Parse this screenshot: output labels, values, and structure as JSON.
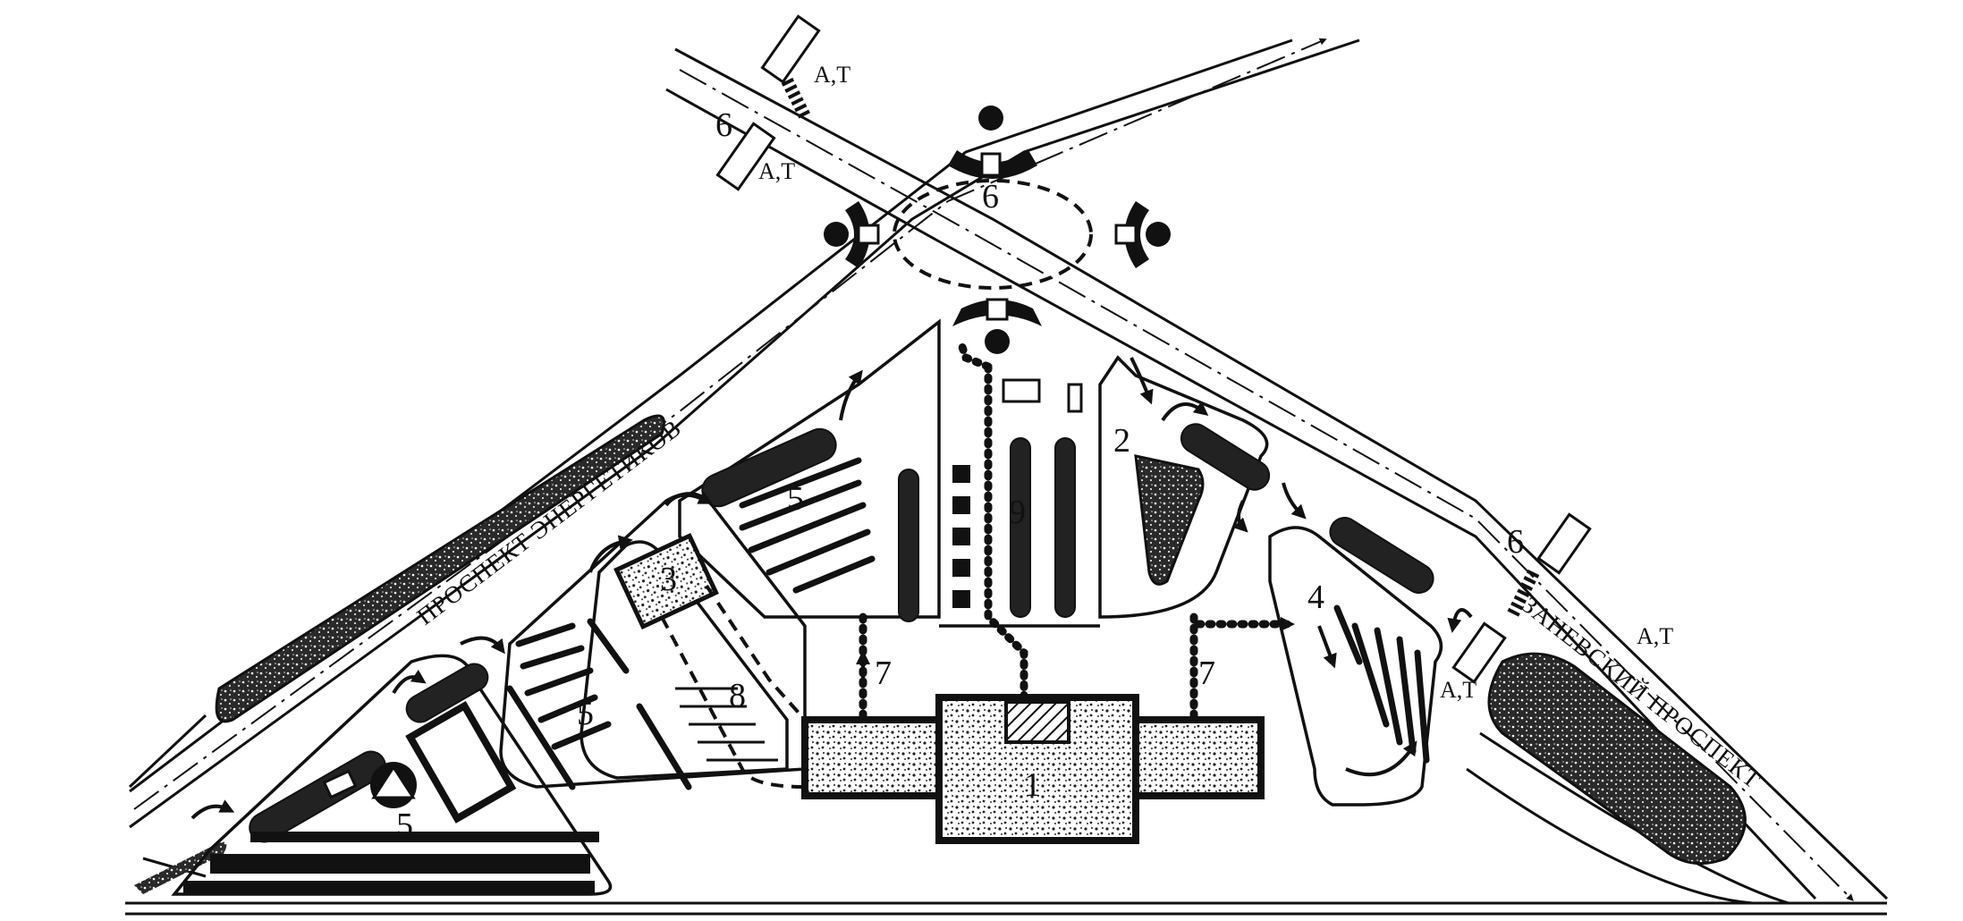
{
  "streets": {
    "energetikov": "ПРОСПЕКТ ЭНЕРГЕТИКОВ",
    "zanevsky": "ЗАНЕВСКИЙ ПРОСПЕКТ"
  },
  "stop_label": "А,Т",
  "numbers": {
    "n1": "1",
    "n2": "2",
    "n3": "3",
    "n4": "4",
    "n5": "5",
    "n6": "6",
    "n7": "7",
    "n8": "8",
    "n9": "9"
  },
  "colors": {
    "ink": "#111111",
    "paper": "#ffffff"
  }
}
